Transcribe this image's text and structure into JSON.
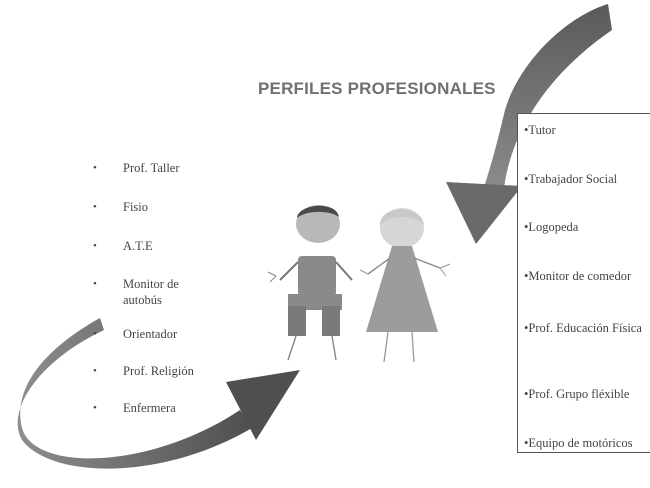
{
  "title": "PERFILES PROFESIONALES",
  "left_list": {
    "bullet": "•",
    "items": [
      "Prof. Taller",
      "Fisio",
      "A.T.E",
      "Monitor de autobús",
      "Orientador",
      "Prof. Religión",
      "Enfermera"
    ]
  },
  "right_list": {
    "items": [
      "•Tutor",
      "•Trabajador Social",
      "•Logopeda",
      "•Monitor de comedor",
      "•Prof. Educación Física",
      "•Prof. Grupo fléxible",
      "•Equipo de motóricos"
    ]
  },
  "colors": {
    "arrow_light": "#8e8e8e",
    "arrow_dark": "#4f4f4f",
    "boy_shirt": "#8a8a8a",
    "boy_hair": "#4a4a4a",
    "girl_dress": "#9c9c9c",
    "girl_hair": "#c9c9c9",
    "box_border": "#555555"
  },
  "icons": {
    "top_arrow": "curved-arrow-icon",
    "bottom_arrow": "curved-arrow-icon",
    "children": "children-drawing-icon"
  }
}
